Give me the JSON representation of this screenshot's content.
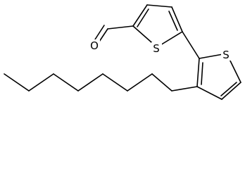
{
  "structure": {
    "atoms": {
      "O": "O",
      "S1": "S",
      "S2": "S"
    }
  }
}
